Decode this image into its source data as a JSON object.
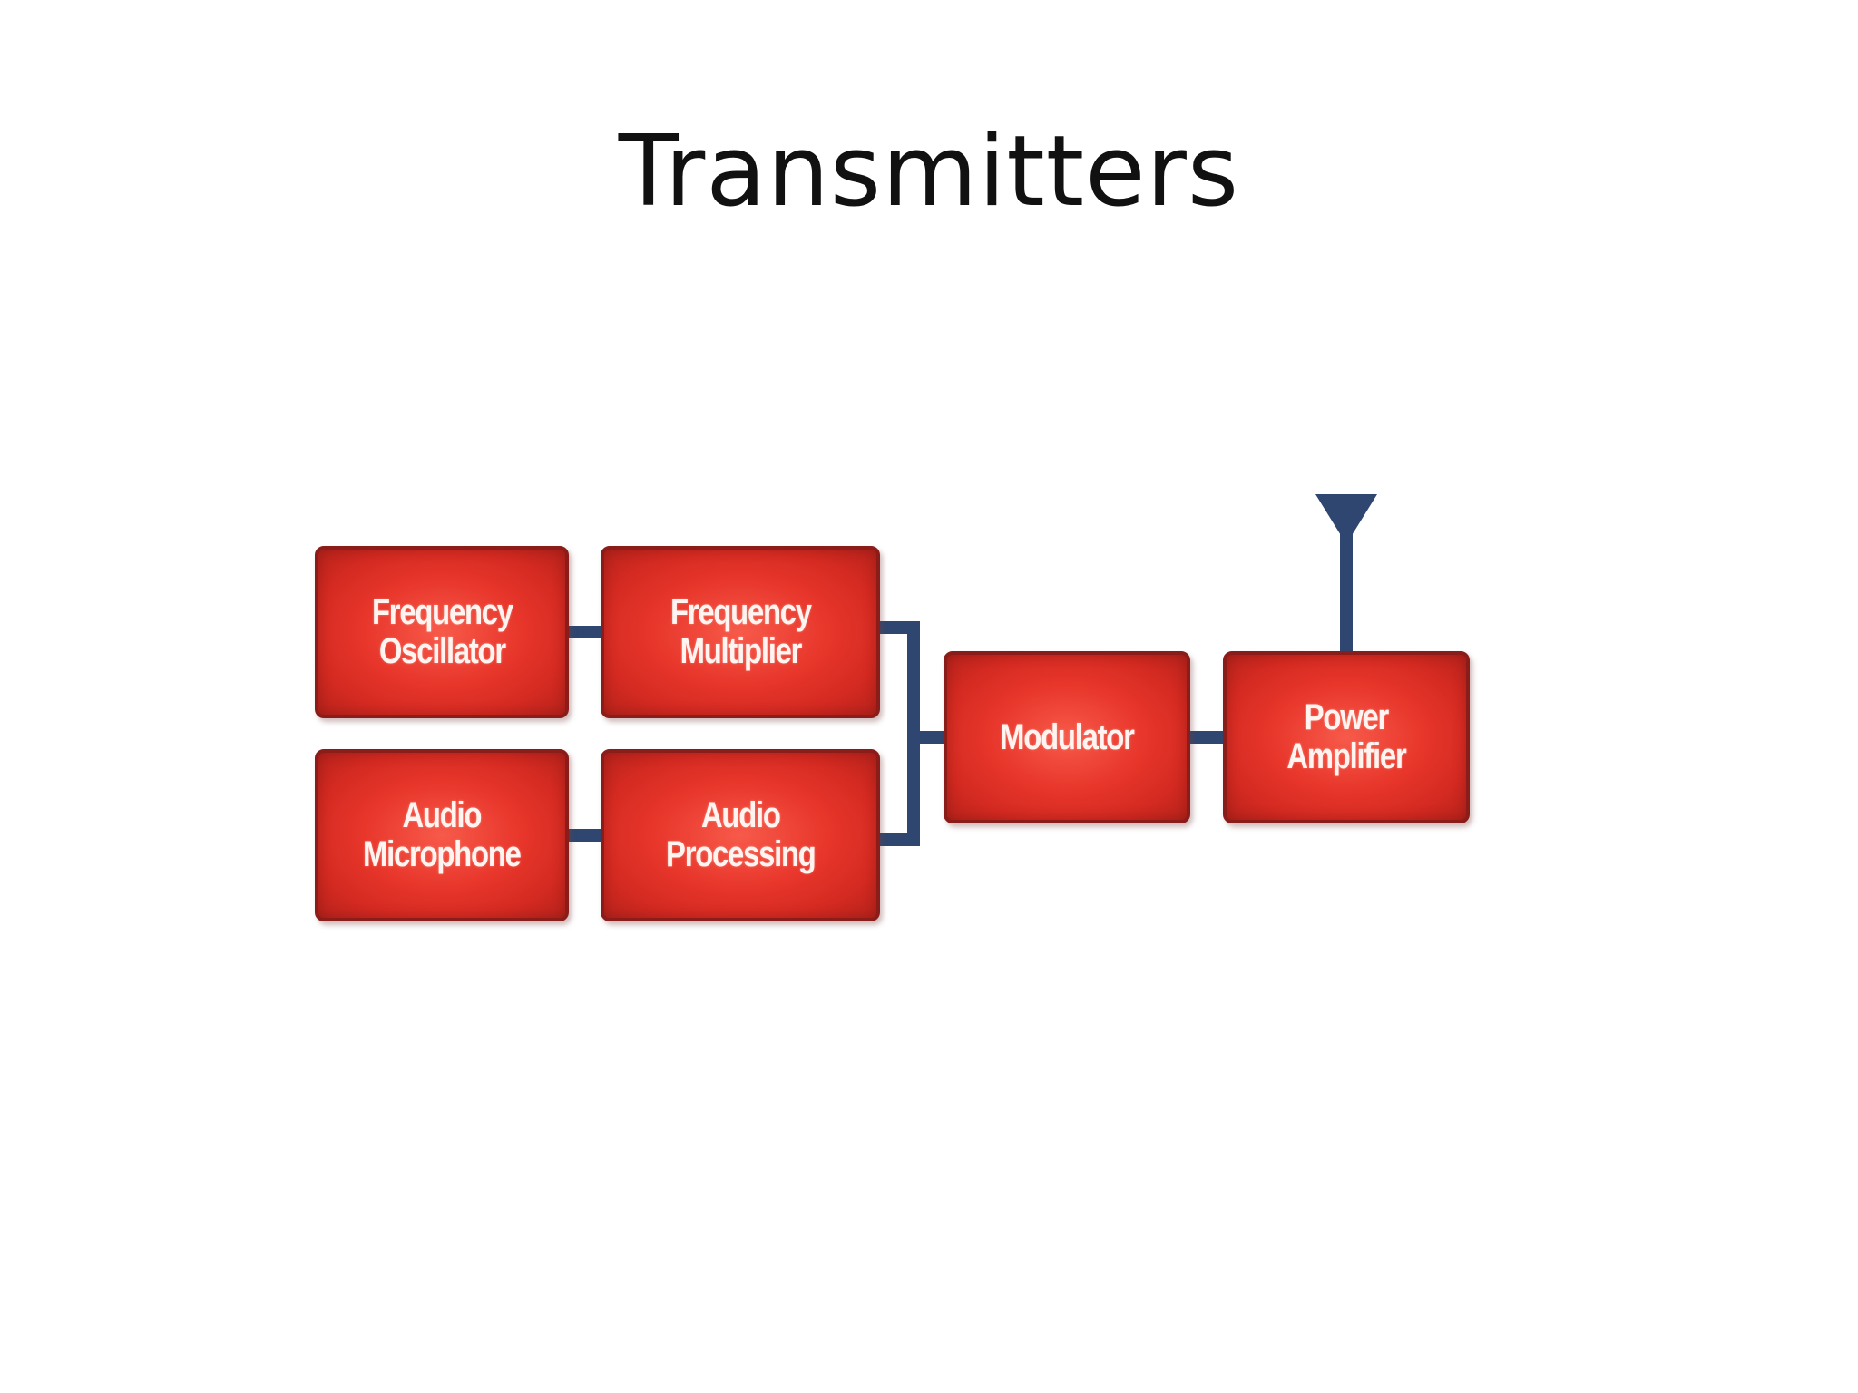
{
  "slide": {
    "title": "Transmitters"
  },
  "diagram": {
    "colors": {
      "block_fill": "#e8362b",
      "block_border": "#8a1d1a",
      "connector": "#2f4770",
      "label": "#fff4f0"
    },
    "blocks": {
      "frequency_oscillator": "Frequency\nOscillator",
      "frequency_multiplier": "Frequency\nMultiplier",
      "audio_microphone": "Audio\nMicrophone",
      "audio_processing": "Audio\nProcessing",
      "modulator": "Modulator",
      "power_amplifier": "Power\nAmplifier"
    },
    "connections": [
      [
        "frequency_oscillator",
        "frequency_multiplier"
      ],
      [
        "audio_microphone",
        "audio_processing"
      ],
      [
        "frequency_multiplier",
        "modulator"
      ],
      [
        "audio_processing",
        "modulator"
      ],
      [
        "modulator",
        "power_amplifier"
      ],
      [
        "power_amplifier",
        "antenna"
      ]
    ],
    "antenna_icon": "antenna-icon"
  }
}
